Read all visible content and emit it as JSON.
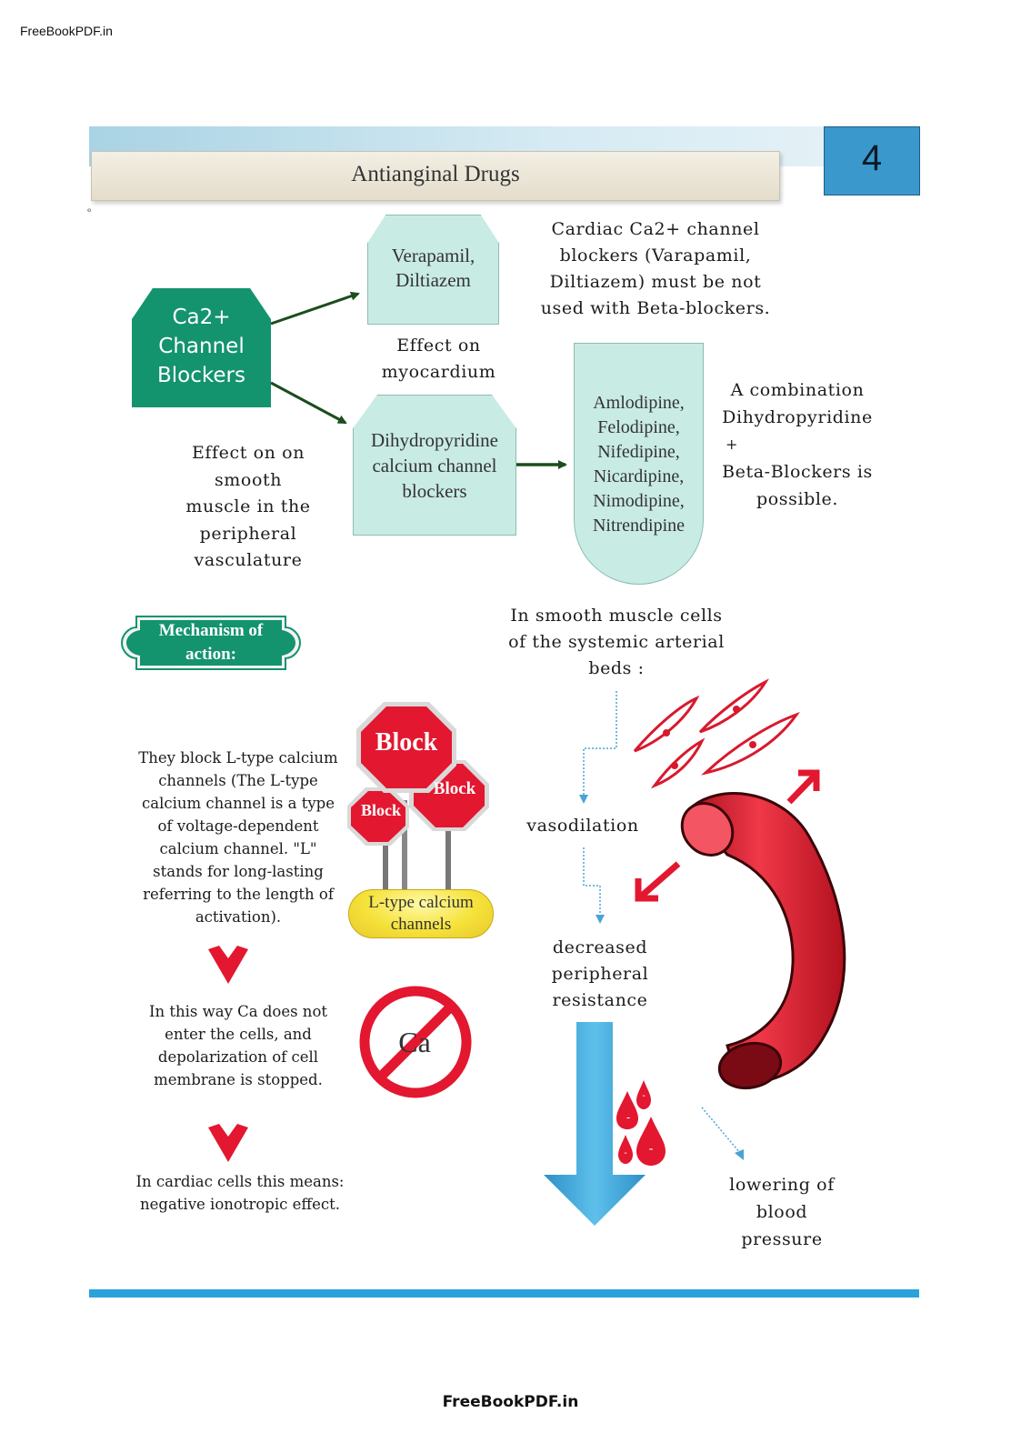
{
  "watermark": {
    "top": "FreeBookPDF.in",
    "bottom": "FreeBookPDF.in"
  },
  "header": {
    "title": "Antianginal Drugs",
    "chapter_number": "4",
    "stray_mark": "ᵉ"
  },
  "diagram": {
    "ccb_label": [
      "Ca2+",
      "Channel",
      "Blockers"
    ],
    "verapamil_box": [
      "Verapamil,",
      "Diltiazem"
    ],
    "effect_myocardium": [
      "Effect on",
      "myocardium"
    ],
    "cardiac_note": [
      "Cardiac Ca2+ channel",
      "blockers (Varapamil,",
      "Diltiazem) must be not",
      "used with Beta-blockers."
    ],
    "dhp_box": [
      "Dihydropyridine",
      "calcium channel",
      "blockers"
    ],
    "dhp_drugs": [
      "Amlodipine,",
      "Felodipine,",
      "Nifedipine,",
      "Nicardipine,",
      "Nimodipine,",
      "Nitrendipine"
    ],
    "combination_note": [
      "A combination",
      "Dihydropyridine",
      "+",
      "Beta-Blockers is",
      "possible."
    ],
    "effect_smooth": [
      "Effect on on",
      "smooth",
      "muscle in the",
      "peripheral",
      "vasculature"
    ]
  },
  "mechanism": {
    "badge": [
      "Mechanism of",
      "action:"
    ],
    "l_type_text": [
      "They block L-type calcium",
      "channels (The L-type",
      "calcium channel is a type",
      "of voltage-dependent",
      "calcium channel. \"L\"",
      "stands for long-lasting",
      "referring to the length of",
      "activation)."
    ],
    "ca_not_enter": [
      "In this way Ca does not",
      "enter the cells, and",
      "depolarization of cell",
      "membrane is stopped."
    ],
    "cardiac_effect": [
      "In cardiac cells this means:",
      "negative ionotropic effect."
    ],
    "stop_signs": [
      "Block",
      "Block",
      "Block"
    ],
    "l_type_pill": [
      "L-type calcium",
      "channels"
    ],
    "ca_symbol": "Ca"
  },
  "vascular": {
    "smooth_muscle": [
      "In smooth muscle cells",
      "of the systemic arterial",
      "beds :"
    ],
    "vasodilation": "vasodilation",
    "decreased_resistance": [
      "decreased",
      "peripheral",
      "resistance"
    ],
    "lowering_bp": [
      "lowering of",
      "blood",
      "pressure"
    ],
    "drop_signs": [
      "-",
      "-",
      "-",
      "-"
    ]
  },
  "colors": {
    "green": "#14936f",
    "teal": "#c8ebe4",
    "header_blue": "#3a98cc",
    "rule_blue": "#2aa3dc",
    "red": "#e3172f",
    "dark_arrow": "#1b4d1d"
  }
}
